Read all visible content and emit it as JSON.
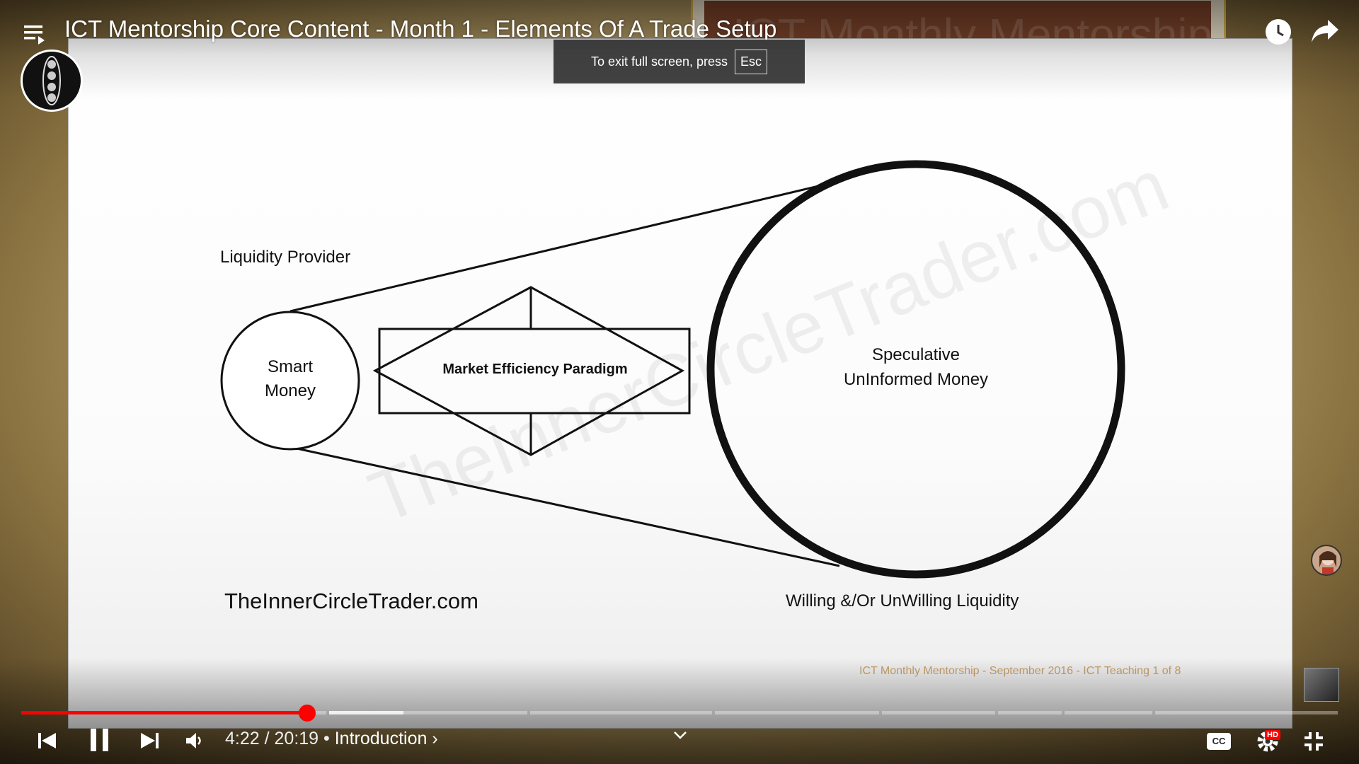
{
  "player": {
    "video_title": "ICT Mentorship Core Content - Month 1 - Elements Of A Trade Setup",
    "time_current": "4:22",
    "time_separator": " / ",
    "time_total": "20:19",
    "chapter_bullet": " • ",
    "chapter": "Introduction",
    "chapter_chevron": "›",
    "progress_played": 0.217,
    "fullscreen_toast": {
      "text": "To exit full screen, press",
      "key": "Esc"
    },
    "hd_badge": "HD",
    "cc_label": "CC"
  },
  "slide": {
    "banner_text": "ICT Monthly Mentorship",
    "liquidity_provider": "Liquidity Provider",
    "smart_money_line1": "Smart",
    "smart_money_line2": "Money",
    "paradigm": "Market Efficiency Paradigm",
    "speculative_line1": "Speculative",
    "speculative_line2": "UnInformed Money",
    "website": "TheInnerCircleTrader.com",
    "liquidity_type": "Willing &/Or UnWilling Liquidity",
    "footer": "ICT Monthly Mentorship - September 2016 - ICT Teaching 1 of 8",
    "watermark": "TheInnerCircleTrader.com"
  },
  "colors": {
    "progress_played": "#ff0000",
    "footer_text": "#c9a06a",
    "banner_bg": "#7a4229",
    "banner_border": "#d4b04a"
  }
}
